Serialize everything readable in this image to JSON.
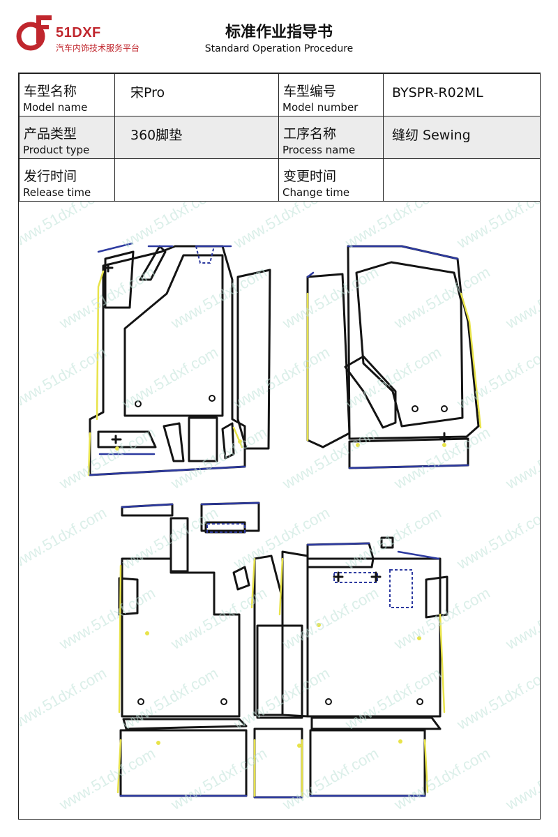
{
  "header": {
    "logo_text": "51DXF",
    "logo_sub": "汽车内饰技术服务平台",
    "title": "标准作业指导书",
    "subtitle": "Standard Operation Procedure"
  },
  "info": {
    "model_name": {
      "cn": "车型名称",
      "en": "Model name",
      "value": "宋Pro"
    },
    "model_number": {
      "cn": "车型编号",
      "en": "Model number",
      "value": "BYSPR-R02ML"
    },
    "product_type": {
      "cn": "产品类型",
      "en": "Product type",
      "value": "360脚垫"
    },
    "process_name": {
      "cn": "工序名称",
      "en": "Process name",
      "value": "缝纫 Sewing"
    },
    "release_time": {
      "cn": "发行时间",
      "en": "Release time",
      "value": ""
    },
    "change_time": {
      "cn": "变更时间",
      "en": "Change time",
      "value": ""
    }
  },
  "watermark": "www.51dxf.com",
  "colors": {
    "brand": "#c0262d",
    "outline": "#141414",
    "edge_blue": "#2d3aa0",
    "edge_yellow": "#e8e34a"
  }
}
